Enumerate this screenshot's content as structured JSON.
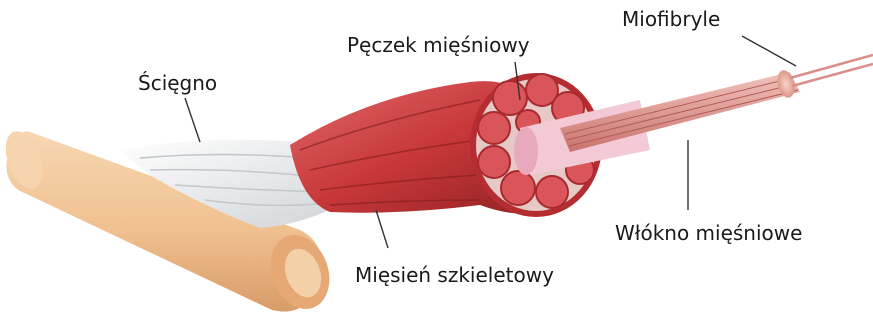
{
  "labels": {
    "tendon": "Ścięgno",
    "fascicle": "Pęczek mięśniowy",
    "myofibrils": "Miofibryle",
    "muscle_fiber": "Włókno mięśniowe",
    "skeletal_muscle": "Mięsień szkieletowy"
  },
  "colors": {
    "bone": "#f2c79a",
    "bone_shadow": "#d9a06c",
    "tendon": "#eceef0",
    "muscle": "#c8383a",
    "muscle_dark": "#8f1f22",
    "fascicle_fill": "#d9555a",
    "fiber": "#e7a6a2",
    "myofibril": "#f0b7b0",
    "sheath": "#f3c9d6"
  }
}
